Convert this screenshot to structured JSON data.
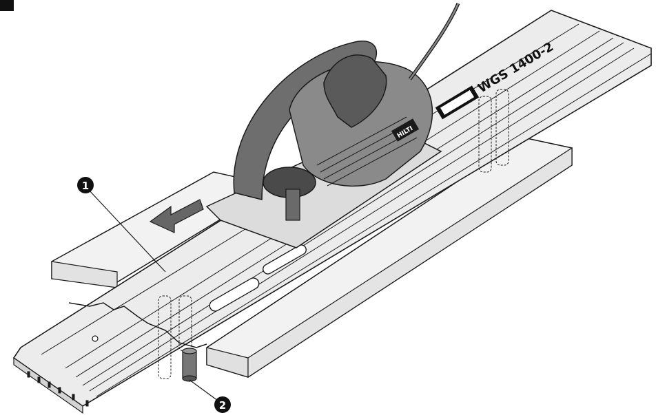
{
  "figure": {
    "rail_model_label": "WGS 1400-2",
    "saw_brand_label": "HILTI",
    "callouts": [
      {
        "id": "1"
      },
      {
        "id": "2"
      }
    ],
    "direction_arrow": "arrow-left-icon"
  },
  "colors": {
    "rail": "#e6e6e6",
    "rail_shadow": "#c9c9c9",
    "board": "#f0f0f0",
    "saw_body": "#8a8a8a",
    "saw_dark": "#4a4a4a",
    "stroke": "#1a1a1a",
    "callout_fill": "#111111"
  }
}
